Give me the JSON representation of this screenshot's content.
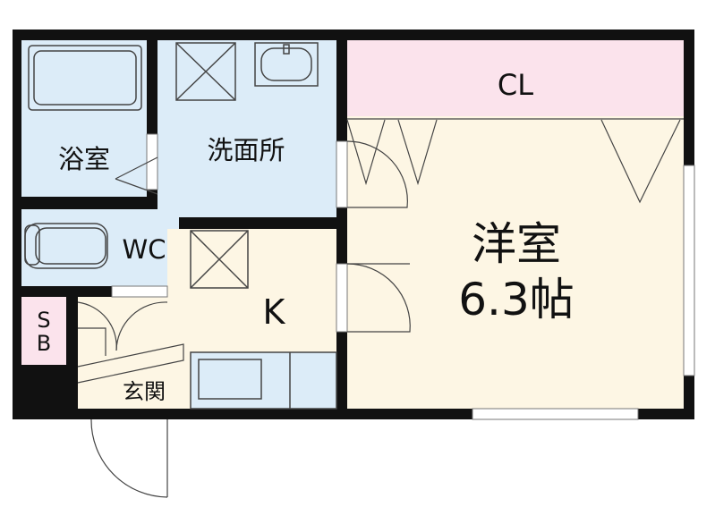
{
  "floorplan": {
    "rooms": {
      "bath": "浴室",
      "washroom": "洗面所",
      "closet": "CL",
      "western_room": "洋室",
      "western_room_size": "6.3帖",
      "toilet": "WC",
      "kitchen": "K",
      "shoe_box_s": "S",
      "shoe_box_b": "B",
      "entrance": "玄関"
    },
    "colors": {
      "wall": "#111111",
      "wet_area": "#dcecf8",
      "room_floor": "#fdf6e4",
      "closet": "#fbe3ec",
      "shoe_box": "#fbe3ec",
      "fixture_line": "#444444"
    }
  }
}
